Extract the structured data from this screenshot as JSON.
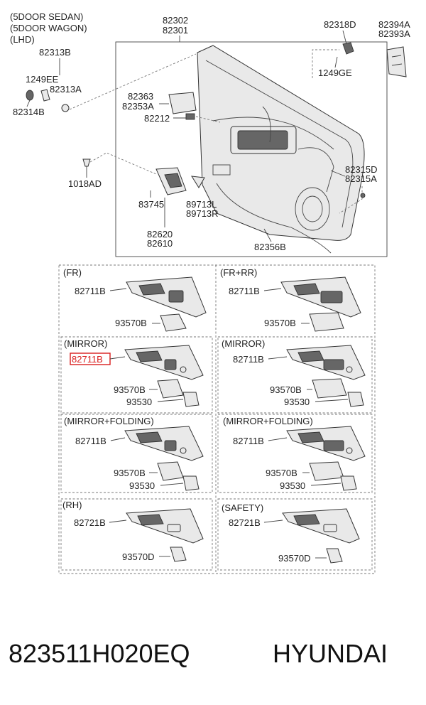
{
  "header": {
    "variant_lines": [
      "(5DOOR SEDAN)",
      "(5DOOR WAGON)",
      "(LHD)"
    ]
  },
  "parts": {
    "p82302": "82302",
    "p82301": "82301",
    "p82318D": "82318D",
    "p82394A": "82394A",
    "p82393A": "82393A",
    "p1249GE": "1249GE",
    "p82313B": "82313B",
    "p1249EE": "1249EE",
    "p82313A": "82313A",
    "p82314B": "82314B",
    "p82363": "82363",
    "p82353A": "82353A",
    "p82212": "82212",
    "p1018AD": "1018AD",
    "p82315D": "82315D",
    "p82315A": "82315A",
    "p83745": "83745",
    "p89713L": "89713L",
    "p89713R": "89713R",
    "p82620": "82620",
    "p82610": "82610",
    "p82356B": "82356B"
  },
  "panels": [
    {
      "title": "(FR)",
      "bezel": "82711B",
      "switch": "93570B"
    },
    {
      "title": "(FR+RR)",
      "bezel": "82711B",
      "switch": "93570B"
    },
    {
      "title": "(MIRROR)",
      "bezel": "82711B",
      "switch": "93570B",
      "mirror": "93530",
      "highlighted": true
    },
    {
      "title": "(MIRROR)",
      "bezel": "82711B",
      "switch": "93570B",
      "mirror": "93530"
    },
    {
      "title": "(MIRROR+FOLDING)",
      "bezel": "82711B",
      "switch": "93570B",
      "mirror": "93530"
    },
    {
      "title": "(MIRROR+FOLDING)",
      "bezel": "82711B",
      "switch": "93570B",
      "mirror": "93530"
    },
    {
      "title": "(RH)",
      "bezel": "82721B",
      "switch": "93570D"
    },
    {
      "title": "(SAFETY)",
      "bezel": "82721B",
      "switch": "93570D"
    }
  ],
  "footer": {
    "part_number": "823511H020EQ",
    "brand": "HYUNDAI"
  }
}
